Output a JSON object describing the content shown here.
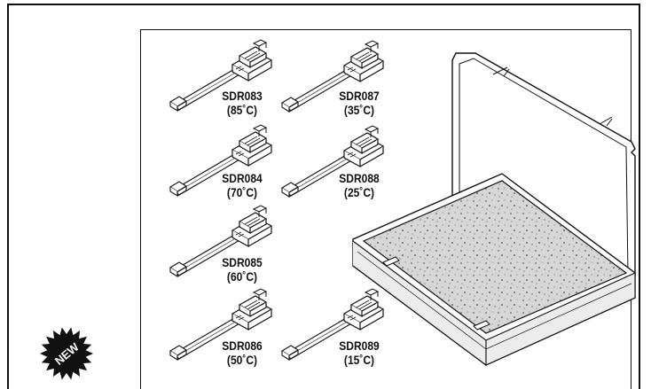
{
  "sensors": [
    {
      "code": "SDR083",
      "temp": "(85˚C)"
    },
    {
      "code": "SDR084",
      "temp": "(70˚C)"
    },
    {
      "code": "SDR085",
      "temp": "(60˚C)"
    },
    {
      "code": "SDR086",
      "temp": "(50˚C)"
    },
    {
      "code": "SDR087",
      "temp": "(35˚C)"
    },
    {
      "code": "SDR088",
      "temp": "(25˚C)"
    },
    {
      "code": "SDR089",
      "temp": "(15˚C)"
    }
  ],
  "badge": {
    "text": "NEW",
    "icon": "starburst-new-icon"
  },
  "colors": {
    "line": "#111111",
    "foam": "#d6d6d6"
  }
}
